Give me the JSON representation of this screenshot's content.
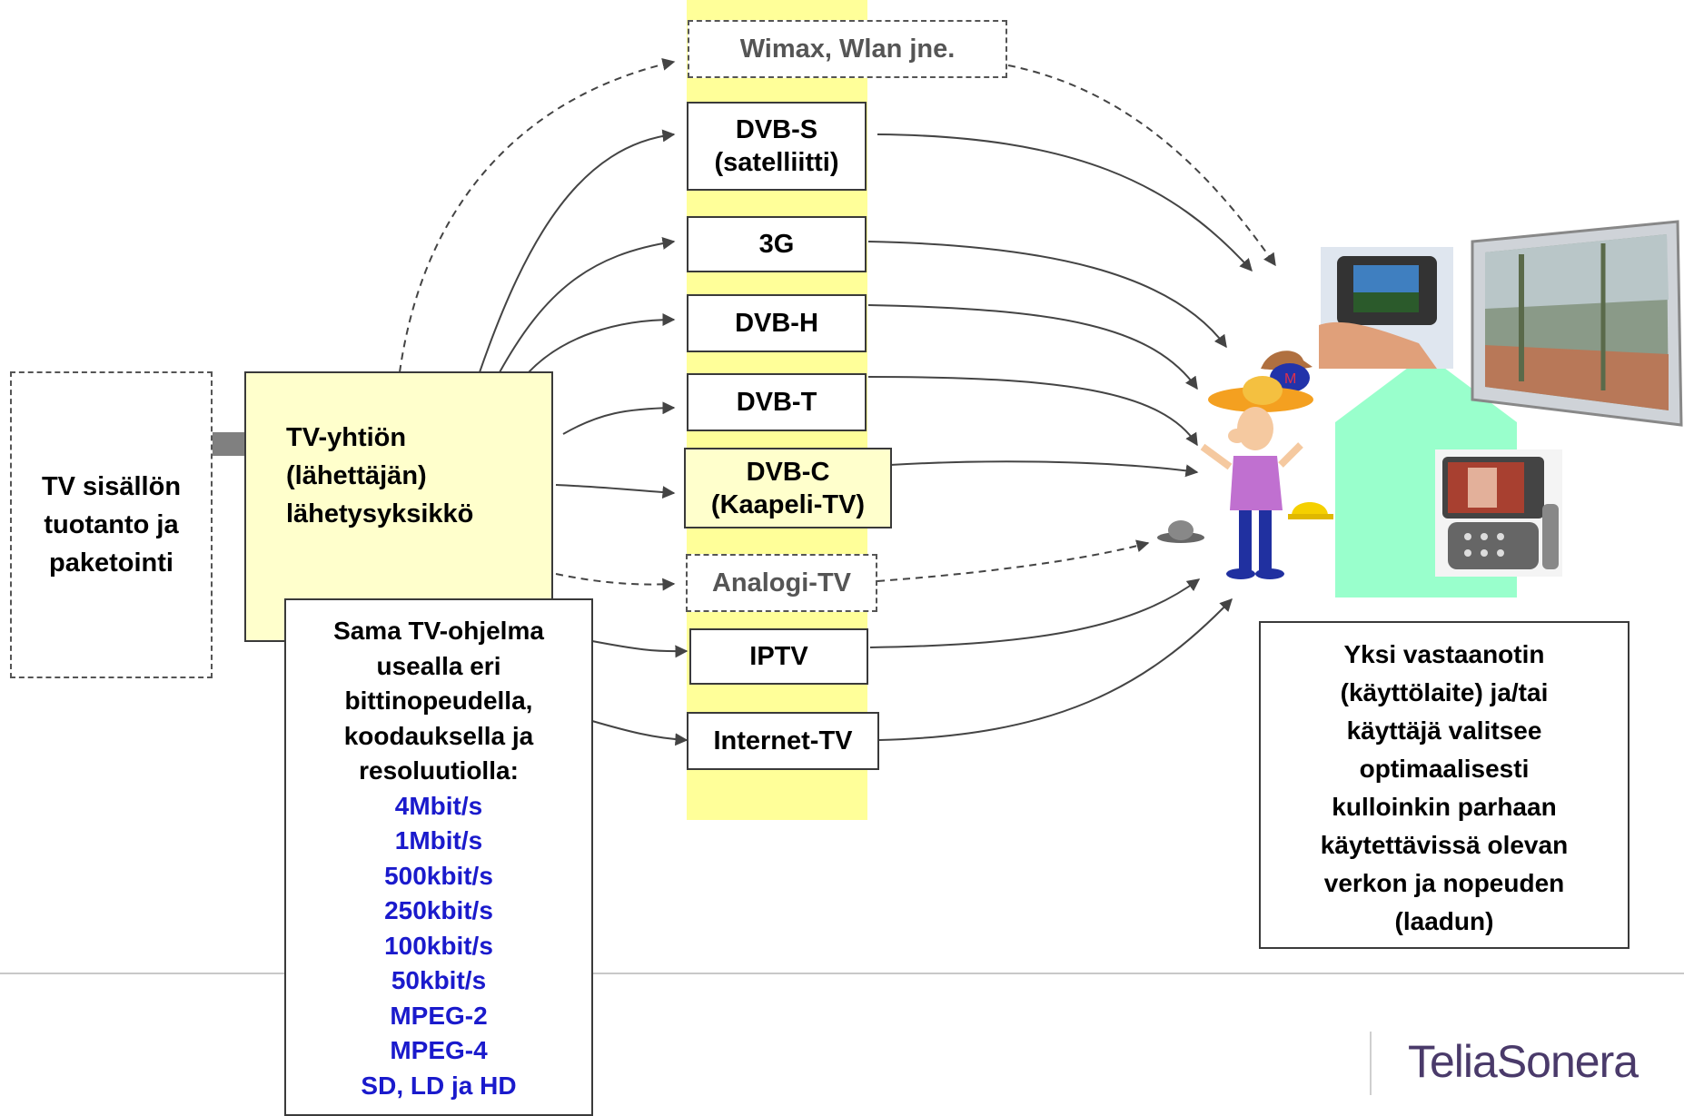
{
  "source": {
    "label": "TV sisällön\ntuotanto ja\npaketointi"
  },
  "broadcaster": {
    "label": "TV-yhtiön\n(lähettäjän)\nlähetysyksikkö"
  },
  "note": {
    "intro": [
      "Sama TV-ohjelma",
      "usealla eri",
      "bittinopeudella,",
      "koodauksella ja",
      "resoluutiolla:"
    ],
    "options": [
      "4Mbit/s",
      "1Mbit/s",
      "500kbit/s",
      "250kbit/s",
      "100kbit/s",
      "50kbit/s",
      "MPEG-2",
      "MPEG-4",
      "SD, LD ja HD"
    ]
  },
  "networks": {
    "wimax": "Wimax, Wlan jne.",
    "dvbs": "DVB-S\n(satelliitti)",
    "g3": "3G",
    "dvbh": "DVB-H",
    "dvbt": "DVB-T",
    "dvbc": "DVB-C\n(Kaapeli-TV)",
    "analog": "Analogi-TV",
    "iptv": "IPTV",
    "internet": "Internet-TV"
  },
  "receiver_note": {
    "lines": [
      "Yksi vastaanotin",
      "(käyttölaite) ja/tai",
      "käyttäjä valitsee",
      "optimaalisesti",
      "kulloinkin parhaan",
      "käytettävissä olevan",
      "verkon ja nopeuden",
      "(laadun)"
    ]
  },
  "logo": {
    "text": "TeliaSonera"
  },
  "colors": {
    "band": "#ffff99",
    "house": "#99ffcc",
    "note_blue": "#1a1acc",
    "logo": "#4a3a6a"
  }
}
